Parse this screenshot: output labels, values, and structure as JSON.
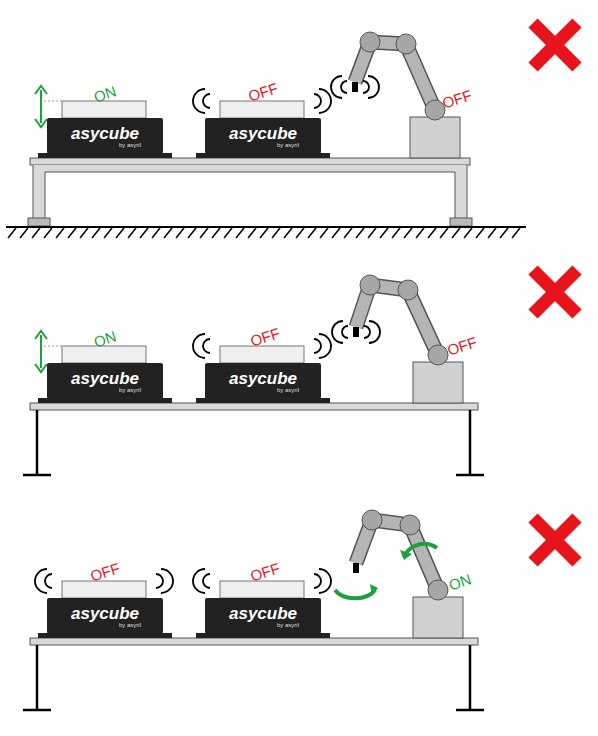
{
  "diagram": {
    "nodes": [
      {
        "text": [
          "asycube",
          "by asyril"
        ]
      },
      {
        "text": [
          "asycube",
          "by asyril"
        ]
      },
      {
        "text": [
          "asycube",
          "by asyril"
        ]
      },
      {
        "text": [
          "asycube",
          "by asyril"
        ]
      },
      {
        "text": [
          "asycube",
          "by asyril"
        ]
      },
      {
        "text": [
          "asycube",
          "by asyril"
        ]
      }
    ],
    "labels": [
      "ON",
      "OFF",
      "OFF",
      "ON",
      "OFF",
      "OFF",
      "OFF",
      "OFF",
      "ON"
    ]
  }
}
